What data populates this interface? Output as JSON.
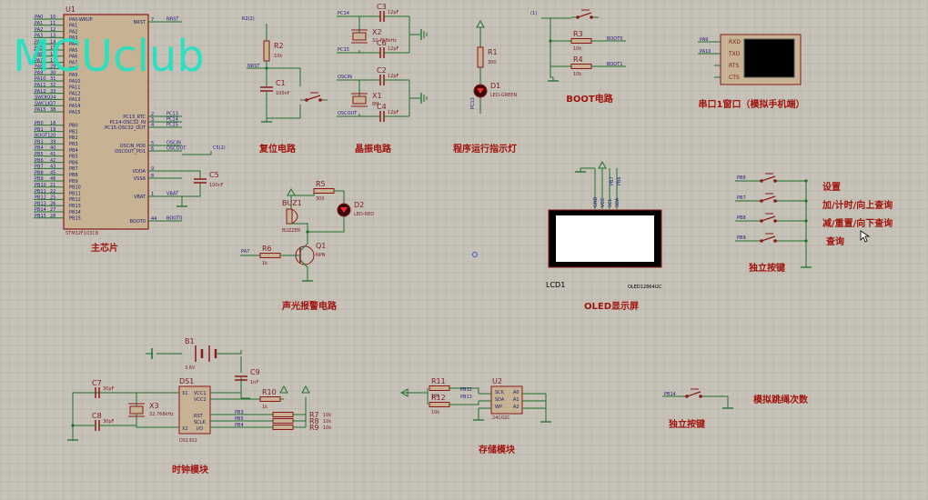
{
  "watermark": "MCUclub",
  "colors": {
    "background": "#c6c2b8",
    "grid": "#b1ada3",
    "wire": "#1e6f2a",
    "component": "#8a1818",
    "component_fill": "#c7b393",
    "label": "#7a1b1b",
    "pin_label": "#1b1b7a",
    "watermark": "#1fe3c1",
    "title": "#a0140e"
  },
  "titles": {
    "main_chip": "主芯片",
    "reset": "复位电路",
    "crystal": "晶振电路",
    "run_led": "程序运行指示灯",
    "boot": "BOOT电路",
    "uart": "串口1窗口（模拟手机端）",
    "alarm": "声光报警电路",
    "oled": "OLED显示屏",
    "keys": "独立按键",
    "clock": "时钟模块",
    "storage": "存储模块",
    "rope_key": "独立按键",
    "rope_title": "模拟跳绳次数"
  },
  "key_labels": [
    "设置",
    "加/计时/向上查询",
    "减/重置/向下查询",
    "查询"
  ],
  "mcu": {
    "ref": "U1",
    "part": "STM32F103C8",
    "left_pins": [
      {
        "name": "PA0-WKUP",
        "num": "10",
        "net": "PA0"
      },
      {
        "name": "PA1",
        "num": "11",
        "net": "PA1"
      },
      {
        "name": "PA2",
        "num": "12",
        "net": "PA2"
      },
      {
        "name": "PA3",
        "num": "13",
        "net": "PA3"
      },
      {
        "name": "PA4",
        "num": "14",
        "net": "PA4"
      },
      {
        "name": "PA5",
        "num": "15",
        "net": "PA5"
      },
      {
        "name": "PA6",
        "num": "16",
        "net": "PA6"
      },
      {
        "name": "PA7",
        "num": "17",
        "net": "PA7"
      },
      {
        "name": "PA8",
        "num": "29",
        "net": "PA8"
      },
      {
        "name": "PA9",
        "num": "30",
        "net": "PA9"
      },
      {
        "name": "PA10",
        "num": "31",
        "net": "PA10"
      },
      {
        "name": "PA11",
        "num": "32",
        "net": "PA11"
      },
      {
        "name": "PA12",
        "num": "33",
        "net": "PA12"
      },
      {
        "name": "PA13",
        "num": "34",
        "net": "SWDIO"
      },
      {
        "name": "PA14",
        "num": "37",
        "net": "SWCLK"
      },
      {
        "name": "PA15",
        "num": "38",
        "net": "PA15"
      },
      {
        "name": "PB0",
        "num": "18",
        "net": "PB0"
      },
      {
        "name": "PB1",
        "num": "19",
        "net": "PB1"
      },
      {
        "name": "PB2",
        "num": "20",
        "net": "BOOT1"
      },
      {
        "name": "PB3",
        "num": "39",
        "net": "PB3"
      },
      {
        "name": "PB4",
        "num": "40",
        "net": "PB4"
      },
      {
        "name": "PB5",
        "num": "41",
        "net": "PB5"
      },
      {
        "name": "PB6",
        "num": "42",
        "net": "PB6"
      },
      {
        "name": "PB7",
        "num": "43",
        "net": "PB7"
      },
      {
        "name": "PB8",
        "num": "45",
        "net": "PB8"
      },
      {
        "name": "PB9",
        "num": "46",
        "net": "PB9"
      },
      {
        "name": "PB10",
        "num": "21",
        "net": "PB10"
      },
      {
        "name": "PB11",
        "num": "22",
        "net": "PB11"
      },
      {
        "name": "PB12",
        "num": "25",
        "net": "PB12"
      },
      {
        "name": "PB13",
        "num": "26",
        "net": "PB13"
      },
      {
        "name": "PB14",
        "num": "27",
        "net": "PB14"
      },
      {
        "name": "PB15",
        "num": "28",
        "net": "PB15"
      }
    ],
    "right_pins": [
      {
        "name": "NRST",
        "num": "7",
        "net": "NRST"
      },
      {
        "name": "PC13_RTC",
        "num": "2",
        "net": "PC13"
      },
      {
        "name": "PC14-OSC32_IN",
        "num": "3",
        "net": "PC14"
      },
      {
        "name": "PC15-OSC32_OUT",
        "num": "4",
        "net": "PC15"
      },
      {
        "name": "OSCIN_PD0",
        "num": "5",
        "net": "OSCIN"
      },
      {
        "name": "OSCOUT_PD1",
        "num": "6",
        "net": "OSCOUT"
      },
      {
        "name": "VDDA",
        "num": "9",
        "net": ""
      },
      {
        "name": "VSSA",
        "num": "8",
        "net": ""
      },
      {
        "name": "VBAT",
        "num": "1",
        "net": "VBAT"
      },
      {
        "name": "BOOT0",
        "num": "44",
        "net": "BOOT0"
      }
    ]
  },
  "parts": {
    "r1": {
      "ref": "R1",
      "val": "300",
      "net": "PC13"
    },
    "r2": {
      "ref": "R2",
      "val": "10k",
      "net": "R2(2)"
    },
    "r3": {
      "ref": "R3",
      "val": "10k",
      "net": "BOOT0"
    },
    "r4": {
      "ref": "R4",
      "val": "10k",
      "net": "BOOT1"
    },
    "r5": {
      "ref": "R5",
      "val": "300"
    },
    "r6": {
      "ref": "R6",
      "val": "1k",
      "net": "PA7"
    },
    "r7": {
      "ref": "R7",
      "val": "10k"
    },
    "r8": {
      "ref": "R8",
      "val": "10k"
    },
    "r9": {
      "ref": "R9",
      "val": "10k"
    },
    "r10": {
      "ref": "R10",
      "val": "1k"
    },
    "r11": {
      "ref": "R11",
      "val": "10k",
      "net": "PB12"
    },
    "r12": {
      "ref": "R12",
      "val": "10k",
      "net": "PB13"
    },
    "c1": {
      "ref": "C1",
      "val": "100nF",
      "net": "NRST"
    },
    "c2": {
      "ref": "C2",
      "val": "12pF",
      "net": "OSCIN"
    },
    "c3": {
      "ref": "C3",
      "val": "12pF",
      "net": "PC14"
    },
    "c4": {
      "ref": "C4",
      "val": "12pF",
      "net": "OSCOUT"
    },
    "c5": {
      "ref": "C5",
      "val": "100nF",
      "net": "C5(2)"
    },
    "c6": {
      "ref": "C6",
      "val": "12pF",
      "net": "PC15"
    },
    "c7": {
      "ref": "C7",
      "val": "30pF"
    },
    "c8": {
      "ref": "C8",
      "val": "30pF"
    },
    "c9": {
      "ref": "C9",
      "val": "1nF"
    },
    "x1": {
      "ref": "X1",
      "val": "8M"
    },
    "x2": {
      "ref": "X2",
      "val": "32.768kHz"
    },
    "x3": {
      "ref": "X3",
      "val": "32.768kHz"
    },
    "d1": {
      "ref": "D1",
      "val": "LED-GREEN"
    },
    "d2": {
      "ref": "D2",
      "val": "LED-RED"
    },
    "buz": {
      "ref": "BUZ1",
      "val": "BUZZER"
    },
    "q1": {
      "ref": "Q1",
      "val": "NPN"
    },
    "b1": {
      "ref": "B1",
      "val": "3.6V"
    },
    "ds1": {
      "ref": "DS1",
      "part": "DS1302",
      "pins": [
        "X1",
        "X2",
        "VCC1",
        "VCC2",
        "RST",
        "SCLK",
        "I/O"
      ],
      "nets": [
        "PB3",
        "PB5",
        "PB4"
      ]
    },
    "u2": {
      "ref": "U2",
      "part": "24C02C",
      "pins": [
        "SCK",
        "SDA",
        "WP",
        "A0",
        "A1",
        "A2"
      ]
    },
    "lcd": {
      "ref": "LCD1",
      "part": "OLED12864I2C",
      "pins": [
        "GND",
        "VCC",
        "SCL",
        "SDA"
      ],
      "nets": [
        "PB6",
        "PB7"
      ]
    },
    "uart": {
      "pins": [
        "RXD",
        "TXD",
        "RTS",
        "CTS"
      ],
      "nets": [
        "PA9",
        "PA10"
      ]
    },
    "keys": {
      "nets": [
        "PB6",
        "PB7",
        "PB8",
        "PB9"
      ]
    },
    "rope_key": {
      "net": "PB14"
    },
    "boot_net": "(1)"
  }
}
